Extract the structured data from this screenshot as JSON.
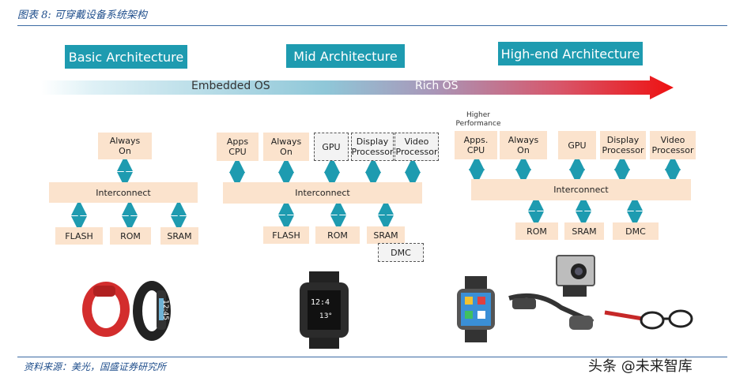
{
  "caption": "图表 8: 可穿戴设备系统架构",
  "source": "资料来源：美光，国盛证券研究所",
  "watermark": "头条 @未来智库",
  "titles": {
    "basic": "Basic Architecture",
    "mid": "Mid Architecture",
    "high": "High-end Architecture"
  },
  "os": {
    "embedded": "Embedded OS",
    "rich": "Rich OS"
  },
  "basic": {
    "always_on": "Always\nOn",
    "interconnect": "Interconnect",
    "flash": "FLASH",
    "rom": "ROM",
    "sram": "SRAM"
  },
  "mid": {
    "apps_cpu": "Apps\nCPU",
    "always_on": "Always\nOn",
    "gpu": "GPU",
    "display": "Display\nProcessor",
    "video": "Video\nProcessor",
    "interconnect": "Interconnect",
    "flash": "FLASH",
    "rom": "ROM",
    "sram": "SRAM",
    "dmc": "DMC"
  },
  "high": {
    "higher_perf": "Higher\nPerformance",
    "apps_cpu": "Apps.\nCPU",
    "always_on": "Always\nOn",
    "gpu": "GPU",
    "display": "Display\nProcessor",
    "video": "Video\nProcessor",
    "interconnect": "Interconnect",
    "rom": "ROM",
    "sram": "SRAM",
    "dmc": "DMC"
  },
  "watch": {
    "time": "12:4",
    "temp": "13°"
  },
  "band_time": "12:45",
  "colors": {
    "title_bg": "#1e9bb0",
    "block_bg": "#fbe3cd",
    "arrow": "#1e9bb0",
    "band_start": "#dff1f6",
    "band_end": "#ee1111"
  }
}
